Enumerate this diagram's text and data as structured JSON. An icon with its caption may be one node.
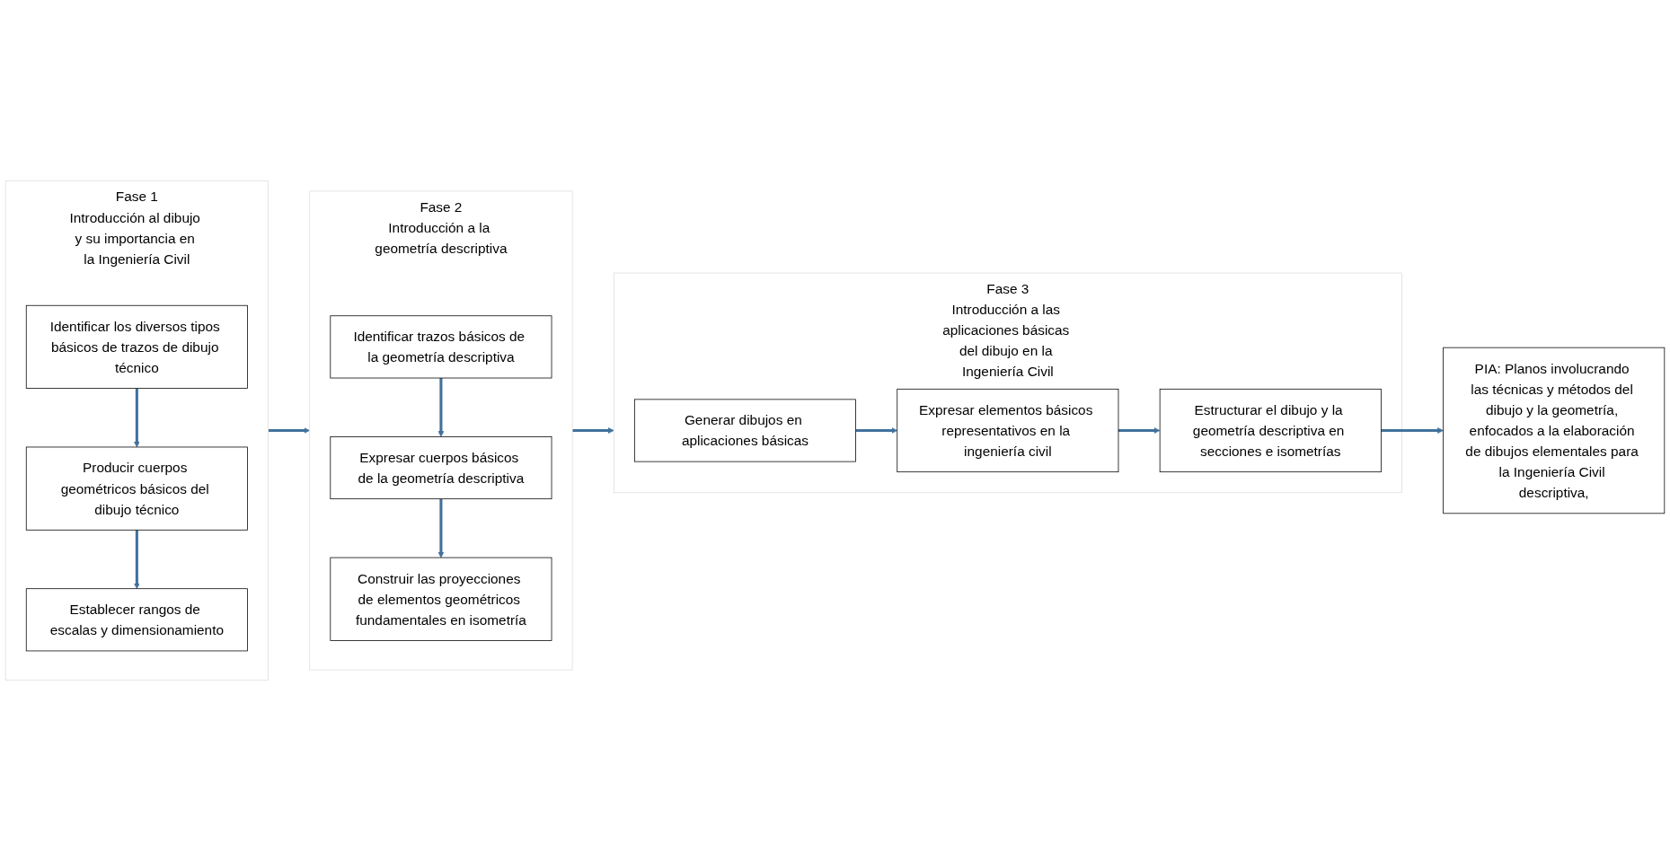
{
  "diagram": {
    "nodes": [
      {
        "text": [
          "Fase 1",
          "Introducción al dibujo y su importancia en la Ingeniería Civil"
        ]
      },
      {
        "text": [
          "Identificar los diversos tipos básicos de trazos de dibujo técnico"
        ],
        "in": 0
      },
      {
        "text": [
          "Producir cuerpos geométricos básicos del dibujo técnico"
        ],
        "in": 0
      },
      {
        "text": [
          "Establecer rangos de escalas y dimensionamiento"
        ],
        "in": 0
      },
      {
        "text": [
          "Fase 2",
          "Introducción a la geometría descriptiva"
        ]
      },
      {
        "text": [
          "Identificar trazos básicos de la geometría descriptiva"
        ],
        "in": 4
      },
      {
        "text": [
          "Expresar cuerpos básicos de la geometría descriptiva"
        ],
        "in": 4
      },
      {
        "text": [
          "Construir las proyecciones de elementos geométricos fundamentales en isometría"
        ],
        "in": 4
      },
      {
        "text": [
          "Fase 3",
          "Introducción a las aplicaciones básicas del dibujo en la Ingeniería Civil"
        ]
      },
      {
        "text": [
          "Generar dibujos en aplicaciones básicas"
        ],
        "in": 8
      },
      {
        "text": [
          "Expresar elementos básicos representativos en la ingeniería civil"
        ],
        "in": 8
      },
      {
        "text": [
          "Estructurar el dibujo y la geometría descriptiva en secciones e isometrías"
        ],
        "in": 8
      },
      {
        "text": [
          "PIA: Planos involucrando las técnicas y métodos del dibujo y la geometría, enfocados a la elaboración de dibujos elementales para la Ingeniería Civil descriptiva,"
        ]
      }
    ],
    "edges": [
      {
        "from": 1,
        "to": 2,
        "arrow": "to"
      },
      {
        "from": 2,
        "to": 3,
        "arrow": "to"
      },
      {
        "from": 0,
        "to": 4,
        "arrow": "to"
      },
      {
        "from": 5,
        "to": 6,
        "arrow": "to"
      },
      {
        "from": 6,
        "to": 7,
        "arrow": "to"
      },
      {
        "from": 4,
        "to": 8,
        "arrow": "to"
      },
      {
        "from": 9,
        "to": 10,
        "arrow": "to"
      },
      {
        "from": 10,
        "to": 11,
        "arrow": "to"
      },
      {
        "from": 11,
        "to": 12,
        "arrow": "to"
      }
    ]
  }
}
